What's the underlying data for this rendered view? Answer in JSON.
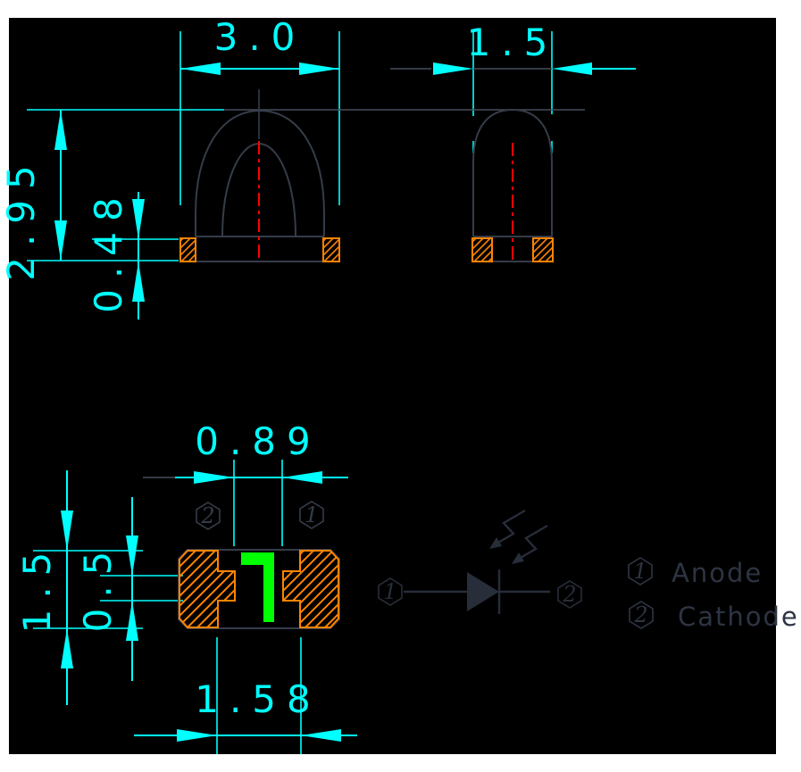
{
  "dimensions": {
    "body_width": "3.0",
    "body_depth": "1.5",
    "body_height": "2.95",
    "pad_height": "0.48",
    "pad_gap": "0.89",
    "footprint_width": "1.5",
    "pad_notch": "0.5",
    "pad_span": "1.58"
  },
  "pin_markers": {
    "bottom_left": "2",
    "bottom_right": "1",
    "schematic_anode": "1",
    "schematic_cathode": "2"
  },
  "legend": {
    "items": [
      {
        "pin": "1",
        "label": "Anode"
      },
      {
        "pin": "2",
        "label": "Cathode"
      }
    ]
  },
  "colors": {
    "background": "#ffffff",
    "sheet": "#000000",
    "dimension": "#00ffff",
    "construction": "#454e5c",
    "outline": "#353c49",
    "schematic": "#272d39",
    "pad": "#ff8400",
    "centerline": "#ff0000",
    "polarity_mark": "#00ff00",
    "legend_text": "#2d3442"
  }
}
